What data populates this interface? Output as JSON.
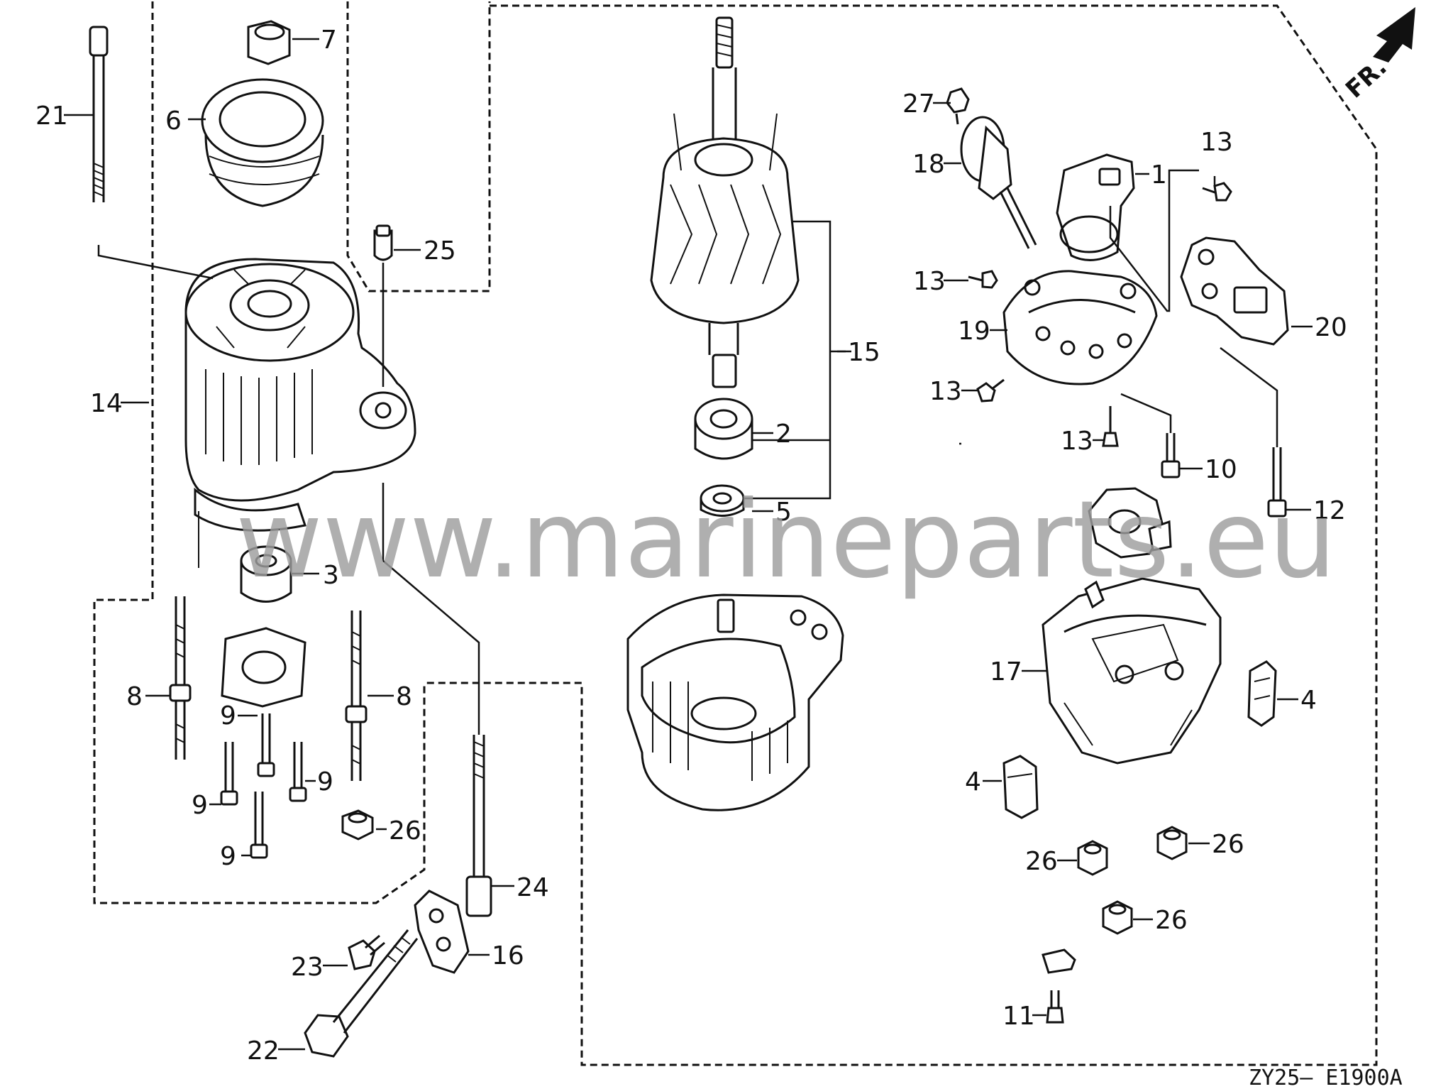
{
  "diagram": {
    "watermark": "www.marineparts.eu",
    "front_marker": "FR.",
    "drawing_code": "ZY25– E1900A",
    "callouts": [
      {
        "id": "c21",
        "label": "21"
      },
      {
        "id": "c7",
        "label": "7"
      },
      {
        "id": "c6",
        "label": "6"
      },
      {
        "id": "c25",
        "label": "25"
      },
      {
        "id": "c14",
        "label": "14"
      },
      {
        "id": "c3",
        "label": "3"
      },
      {
        "id": "c8a",
        "label": "8"
      },
      {
        "id": "c8b",
        "label": "8"
      },
      {
        "id": "c9a",
        "label": "9"
      },
      {
        "id": "c9b",
        "label": "9"
      },
      {
        "id": "c9c",
        "label": "9"
      },
      {
        "id": "c9d",
        "label": "9"
      },
      {
        "id": "c26a",
        "label": "26"
      },
      {
        "id": "c24",
        "label": "24"
      },
      {
        "id": "c16",
        "label": "16"
      },
      {
        "id": "c23",
        "label": "23"
      },
      {
        "id": "c22",
        "label": "22"
      },
      {
        "id": "c15",
        "label": "15"
      },
      {
        "id": "c2",
        "label": "2"
      },
      {
        "id": "c5",
        "label": "5"
      },
      {
        "id": "c27",
        "label": "27"
      },
      {
        "id": "c18",
        "label": "18"
      },
      {
        "id": "c1",
        "label": "1"
      },
      {
        "id": "c13a",
        "label": "13"
      },
      {
        "id": "c13b",
        "label": "13"
      },
      {
        "id": "c13c",
        "label": "13"
      },
      {
        "id": "c13d",
        "label": "13"
      },
      {
        "id": "c19",
        "label": "19"
      },
      {
        "id": "c20",
        "label": "20"
      },
      {
        "id": "c10",
        "label": "10"
      },
      {
        "id": "c12",
        "label": "12"
      },
      {
        "id": "c17",
        "label": "17"
      },
      {
        "id": "c4a",
        "label": "4"
      },
      {
        "id": "c4b",
        "label": "4"
      },
      {
        "id": "c26b",
        "label": "26"
      },
      {
        "id": "c26c",
        "label": "26"
      },
      {
        "id": "c26d",
        "label": "26"
      },
      {
        "id": "c11",
        "label": "11"
      }
    ]
  }
}
